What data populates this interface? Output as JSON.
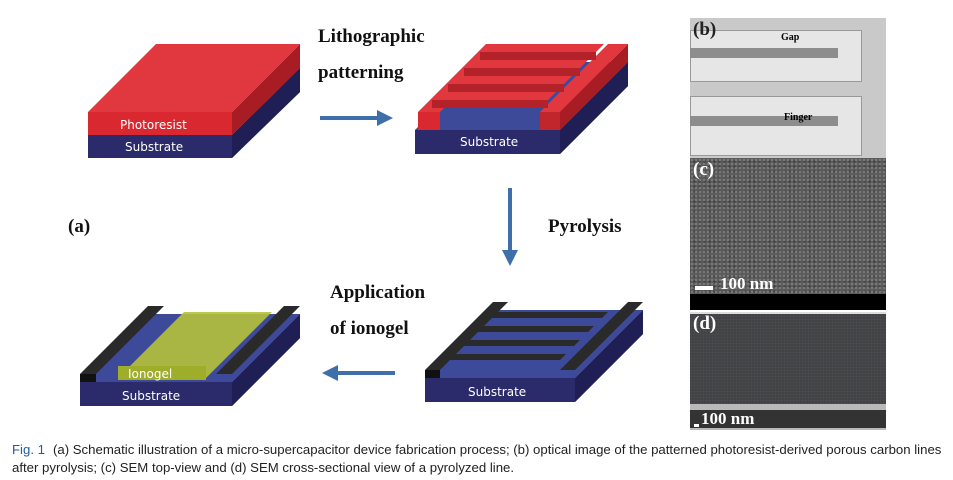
{
  "diagram": {
    "panel_label": "(a)",
    "step1_label_line1": "Lithographic",
    "step1_label_line2": "patterning",
    "step2_label": "Pyrolysis",
    "step3_label_line1": "Application",
    "step3_label_line2": "of ionogel",
    "block1": {
      "top_layer": "Photoresist",
      "bottom_layer": "Substrate"
    },
    "block2": {
      "bottom_layer": "Substrate"
    },
    "block3": {
      "bottom_layer": "Substrate"
    },
    "block4": {
      "gel_layer": "Ionogel",
      "bottom_layer": "Substrate"
    },
    "colors": {
      "photoresist": "#d9282f",
      "substrate": "#2b2a6b",
      "carbon": "#222222",
      "ionogel": "#b5c23a",
      "arrow": "#3e6fa8"
    }
  },
  "images": {
    "b": {
      "label": "(b)",
      "gap_label": "Gap",
      "finger_label": "Finger"
    },
    "c": {
      "label": "(c)",
      "scale_bar": "100 nm"
    },
    "d": {
      "label": "(d)",
      "scale_bar": "100 nm"
    }
  },
  "caption": {
    "fig_label": "Fig. 1",
    "text": "(a) Schematic illustration of a micro-supercapacitor device fabrication process; (b) optical image of the patterned photoresist-derived porous carbon lines after pyrolysis; (c) SEM top-view and (d) SEM cross-sectional view of a pyrolyzed line."
  }
}
